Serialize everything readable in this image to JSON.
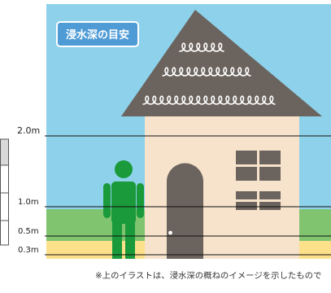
{
  "title": "浸水深の目安",
  "depth_markers": [
    {
      "label": "2.0m"
    },
    {
      "label": "1.0m"
    },
    {
      "label": "0.5m"
    },
    {
      "label": "0.3m"
    }
  ],
  "note": "※上のイラストは、浸水深の概ねのイメージを示したもので",
  "colors": {
    "sky": "#8dd1ea",
    "title_badge": "#4f9bd6",
    "roof": "#6b635d",
    "wall": "#f7e3cc",
    "door": "#6b635d",
    "window": "#6b635d",
    "grass": "#80c470",
    "sand": "#fde08a",
    "person": "#1a9a3a",
    "depth_line": "#111111",
    "table_header": "#d9d9d9"
  },
  "icons": {
    "person": "person-icon",
    "house": "house-icon"
  }
}
